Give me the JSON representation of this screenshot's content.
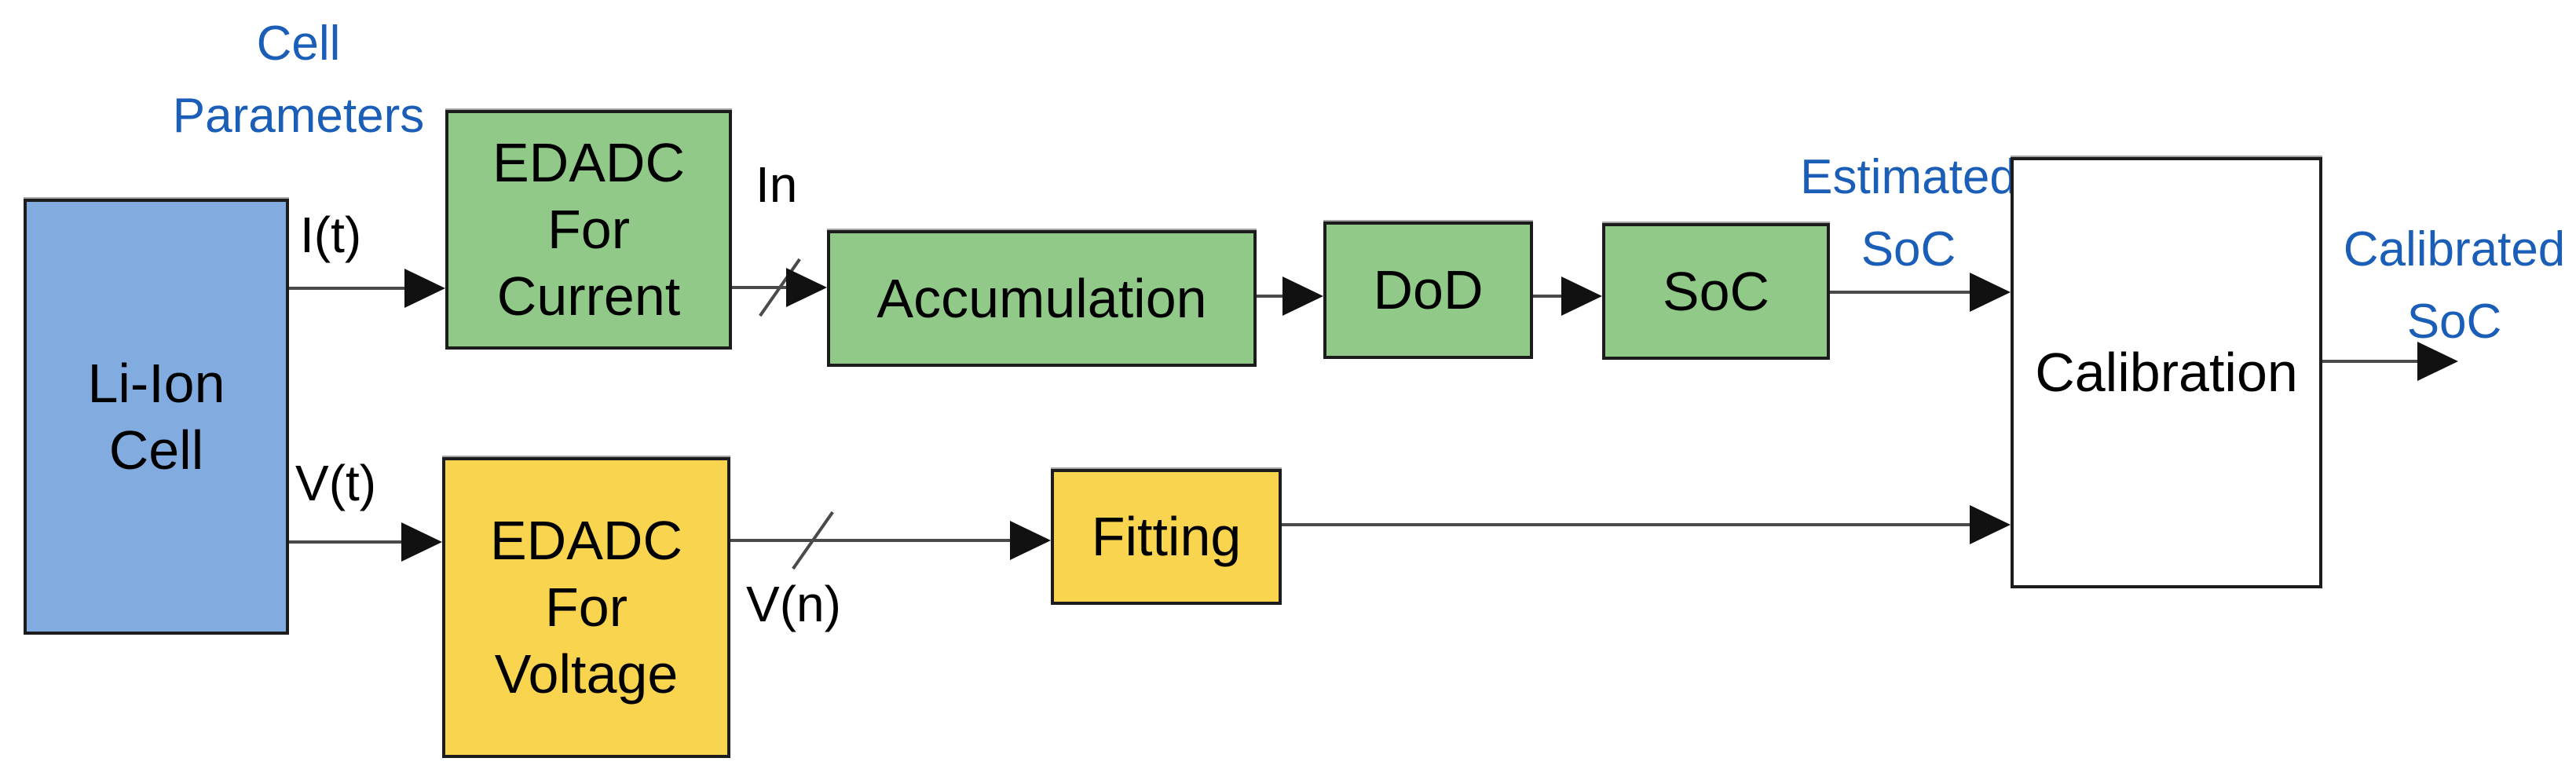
{
  "nodes": {
    "li_ion": {
      "lines": [
        "Li-Ion",
        "Cell"
      ]
    },
    "edadc_current": {
      "lines": [
        "EDADC",
        "For",
        "Current"
      ]
    },
    "accumulation": {
      "lines": [
        "Accumulation"
      ]
    },
    "dod": {
      "lines": [
        "DoD"
      ]
    },
    "soc": {
      "lines": [
        "SoC"
      ]
    },
    "calibration": {
      "lines": [
        "Calibration"
      ]
    },
    "edadc_voltage": {
      "lines": [
        "EDADC",
        "For",
        "Voltage"
      ]
    },
    "fitting": {
      "lines": [
        "Fitting"
      ]
    }
  },
  "signals": {
    "current": "I(t)",
    "current_sampled": "In",
    "voltage": "V(t)",
    "voltage_sampled": "V(n)"
  },
  "annotations": {
    "cell_parameters": {
      "lines": [
        "Cell",
        "Parameters"
      ]
    },
    "estimated_soc": {
      "lines": [
        "Estimated",
        "SoC"
      ]
    },
    "calibrated_soc": {
      "lines": [
        "Calibrated",
        "SoC"
      ]
    }
  },
  "colors": {
    "blue_box": "#82abe0",
    "green_box": "#90c988",
    "yellow_box": "#f8d44f",
    "white_box": "#ffffff",
    "label_blue": "#1b5eb8",
    "border": "#1c1c1c",
    "arrow": "#4a4a4a"
  }
}
